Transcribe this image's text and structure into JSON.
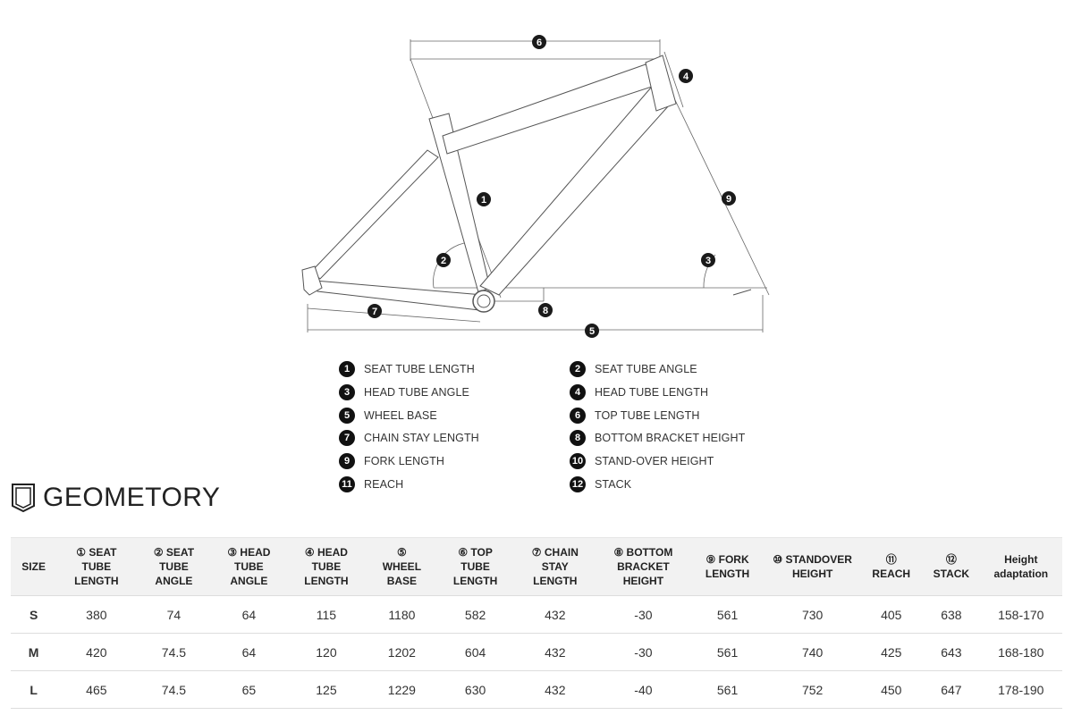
{
  "diagram": {
    "markers": [
      "1",
      "2",
      "3",
      "4",
      "5",
      "6",
      "7",
      "8",
      "9"
    ]
  },
  "legend": [
    {
      "num": "1",
      "label": "SEAT TUBE LENGTH"
    },
    {
      "num": "2",
      "label": "SEAT TUBE ANGLE"
    },
    {
      "num": "3",
      "label": "HEAD TUBE ANGLE"
    },
    {
      "num": "4",
      "label": "HEAD TUBE LENGTH"
    },
    {
      "num": "5",
      "label": "WHEEL BASE"
    },
    {
      "num": "6",
      "label": "TOP TUBE LENGTH"
    },
    {
      "num": "7",
      "label": "CHAIN STAY LENGTH"
    },
    {
      "num": "8",
      "label": "BOTTOM BRACKET HEIGHT"
    },
    {
      "num": "9",
      "label": "FORK LENGTH"
    },
    {
      "num": "10",
      "label": "STAND-OVER HEIGHT"
    },
    {
      "num": "11",
      "label": "REACH"
    },
    {
      "num": "12",
      "label": "STACK"
    }
  ],
  "section_title": "GEOMETORY",
  "table": {
    "headers": [
      [
        "SIZE"
      ],
      [
        "① SEAT",
        "TUBE",
        "LENGTH"
      ],
      [
        "② SEAT",
        "TUBE",
        "ANGLE"
      ],
      [
        "③ HEAD",
        "TUBE",
        "ANGLE"
      ],
      [
        "④ HEAD",
        "TUBE",
        "LENGTH"
      ],
      [
        "⑤",
        "WHEEL",
        "BASE"
      ],
      [
        "⑥ TOP",
        "TUBE",
        "LENGTH"
      ],
      [
        "⑦ CHAIN",
        "STAY",
        "LENGTH"
      ],
      [
        "⑧ BOTTOM",
        "BRACKET",
        "HEIGHT"
      ],
      [
        "⑨ FORK",
        "LENGTH"
      ],
      [
        "⑩ STANDOVER",
        "HEIGHT"
      ],
      [
        "⑪",
        "REACH"
      ],
      [
        "⑫",
        "STACK"
      ],
      [
        "Height",
        "adaptation"
      ]
    ],
    "rows": [
      [
        "S",
        "380",
        "74",
        "64",
        "115",
        "1180",
        "582",
        "432",
        "-30",
        "561",
        "730",
        "405",
        "638",
        "158-170"
      ],
      [
        "M",
        "420",
        "74.5",
        "64",
        "120",
        "1202",
        "604",
        "432",
        "-30",
        "561",
        "740",
        "425",
        "643",
        "168-180"
      ],
      [
        "L",
        "465",
        "74.5",
        "65",
        "125",
        "1229",
        "630",
        "432",
        "-40",
        "561",
        "752",
        "450",
        "647",
        "178-190"
      ]
    ]
  }
}
